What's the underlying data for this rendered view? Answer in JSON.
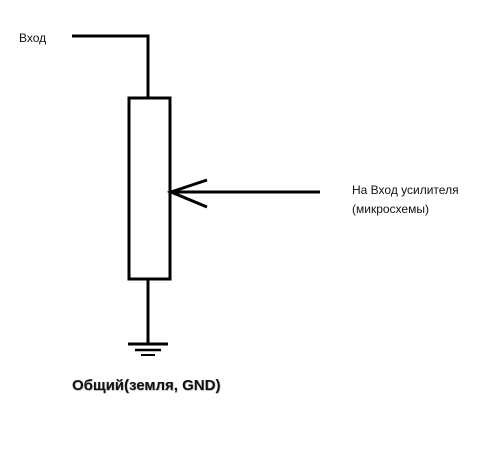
{
  "labels": {
    "input": "Вход",
    "amp_input_line1": "На Вход усилителя",
    "amp_input_line2": "(микросхемы)",
    "ground": "Общий(земля, GND)"
  },
  "colors": {
    "stroke": "#000000",
    "text": "#111111",
    "background": "#ffffff"
  }
}
